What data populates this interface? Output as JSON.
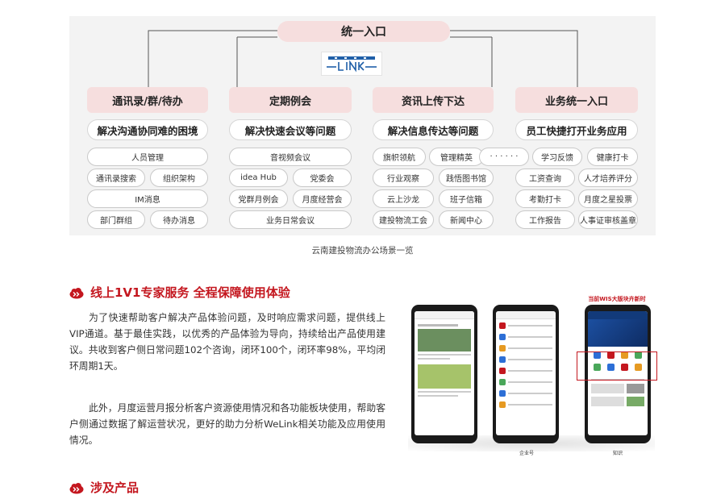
{
  "diagram": {
    "top_entry": "统一入口",
    "categories": [
      {
        "title": "通讯录/群/待办",
        "subtitle": "解决沟通协同难的困境",
        "items": [
          "人员管理",
          "通讯录搜索",
          "组织架构",
          "IM消息",
          "部门群组",
          "待办消息"
        ]
      },
      {
        "title": "定期例会",
        "subtitle": "解决快速会议等问题",
        "items": [
          "音视频会议",
          "idea Hub",
          "党委会",
          "党群月例会",
          "月度经营会",
          "业务日常会议"
        ]
      },
      {
        "title": "资讯上传下达",
        "subtitle": "解决信息传达等问题",
        "items": [
          "旗帜领航",
          "管理精英",
          "· · · · · ·",
          "行业观察",
          "践悟图书馆",
          "云上沙龙",
          "班子信箱",
          "建投物流工会",
          "新闻中心"
        ]
      },
      {
        "title": "业务统一入口",
        "subtitle": "员工快捷打开业务应用",
        "items": [
          "学习反馈",
          "健康打卡",
          "工资查询",
          "人才培养评分",
          "考勤打卡",
          "月度之星投票",
          "工作报告",
          "人事证审核盖章"
        ]
      }
    ],
    "caption": "云南建投物流办公场景一览"
  },
  "section1": {
    "title": "线上1V1专家服务 全程保障使用体验",
    "para1": "为了快速帮助客户解决产品体验问题，及时响应需求问题，提供线上VIP通道。基于最佳实践，以优秀的产品体验为导向，持续给出产品使用建议。共收到客户侧日常问题102个咨询，闭环100个，闭环率98%，平均闭环周期1天。",
    "para2": "此外，月度运营月报分析客户资源使用情况和各功能板块使用，帮助客户侧通过数据了解运营状况，更好的助力分析WeLink相关功能及应用使用情况。"
  },
  "phones": {
    "banner": "当前WIS大版块卉新时",
    "label_2": "企业号",
    "label_3": "知识"
  },
  "section2": {
    "title": "涉及产品"
  },
  "colors": {
    "accent": "#c4171f",
    "pink": "#f6dede",
    "panel": "#f3f3f3"
  }
}
